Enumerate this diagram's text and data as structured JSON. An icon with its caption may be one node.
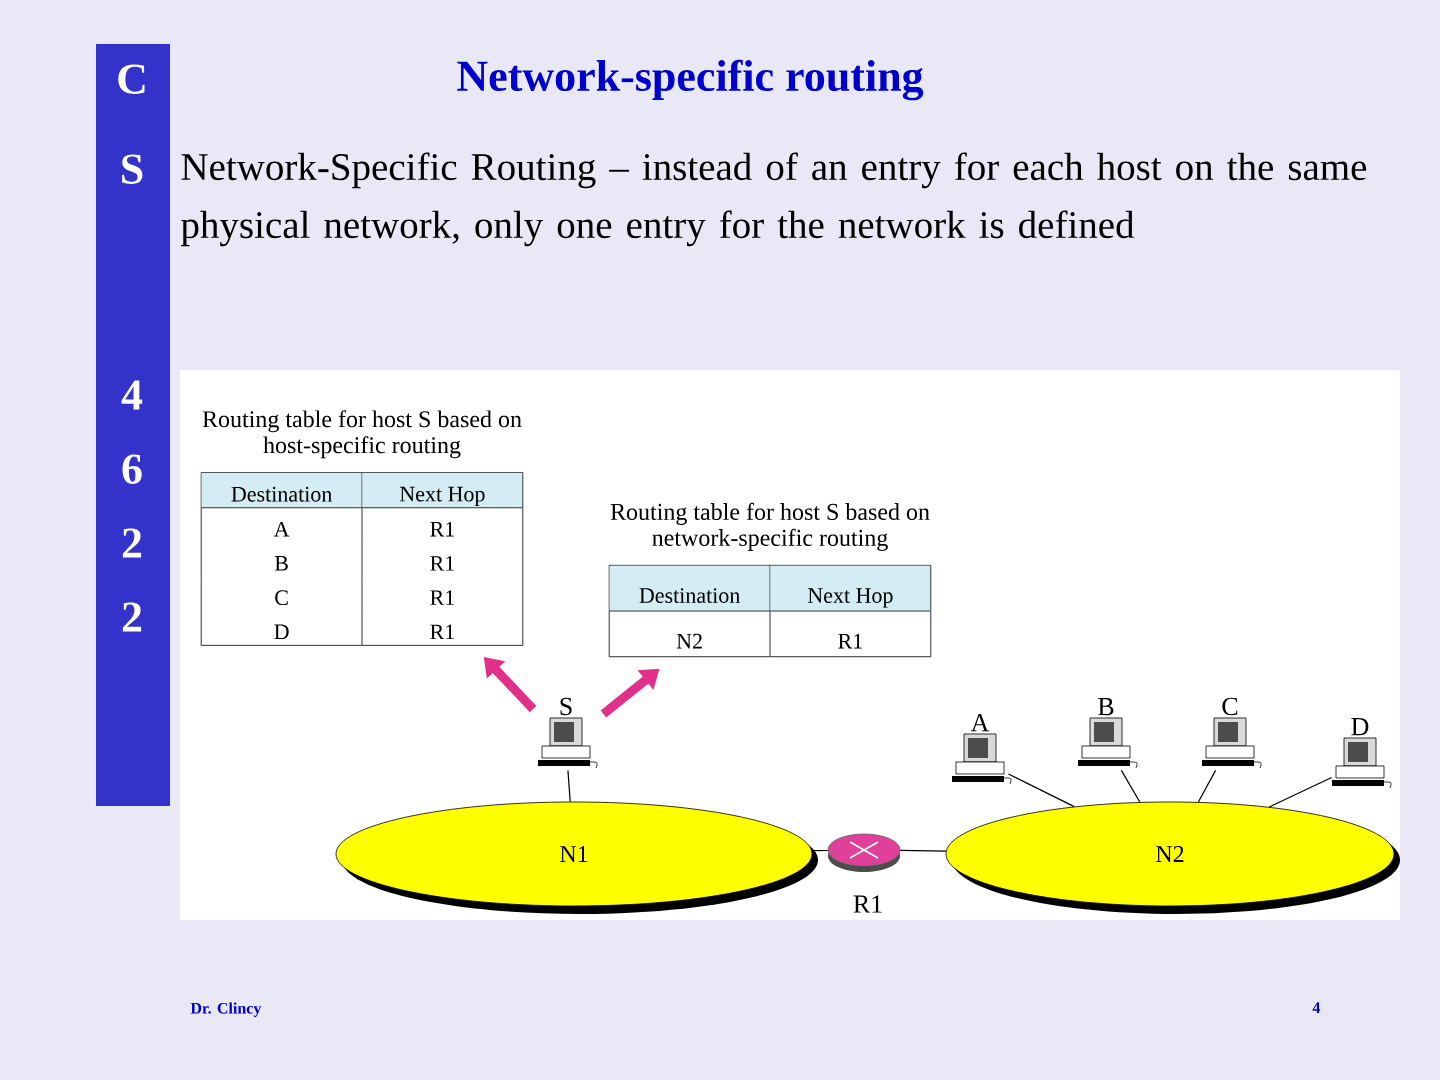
{
  "diagram": {
    "title": "Network-specific routing",
    "nodes": [
      {
        "text": [
          "C",
          "S",
          "4",
          "6",
          "2",
          "2"
        ]
      },
      {
        "text": [
          "Routing table for host S based on host-specific routing",
          "Destination",
          "Next Hop",
          "A",
          "R1",
          "B",
          "R1",
          "C",
          "R1",
          "D",
          "R1"
        ]
      },
      {
        "text": [
          "Routing table for host S based on network-specific routing",
          "Destination",
          "Next Hop",
          "N2",
          "R1"
        ]
      },
      {
        "text": [
          "S"
        ]
      },
      {
        "text": [
          "A"
        ]
      },
      {
        "text": [
          "B"
        ]
      },
      {
        "text": [
          "C"
        ]
      },
      {
        "text": [
          "D"
        ]
      },
      {
        "text": [
          "N1"
        ]
      },
      {
        "text": [],
        "shape": "cylinder",
        "beside": [
          "R1"
        ]
      },
      {
        "text": [
          "N2"
        ]
      }
    ],
    "edges": [
      {
        "from": 3,
        "to": 1,
        "arrow": "to",
        "style": "thick",
        "color": "#e0308a"
      },
      {
        "from": 3,
        "to": 2,
        "arrow": "to",
        "style": "thick",
        "color": "#e0308a"
      },
      {
        "from": 3,
        "to": 8,
        "arrow": "none"
      },
      {
        "from": 4,
        "to": 10,
        "arrow": "none"
      },
      {
        "from": 5,
        "to": 10,
        "arrow": "none"
      },
      {
        "from": 6,
        "to": 10,
        "arrow": "none"
      },
      {
        "from": 7,
        "to": 10,
        "arrow": "none"
      },
      {
        "from": 8,
        "to": 9,
        "arrow": "none"
      },
      {
        "from": 9,
        "to": 10,
        "arrow": "none"
      }
    ],
    "labels": [
      "Network-Specific Routing – instead of an entry for each host on the same physical network, only one entry for the network is defined",
      "Dr. Clincy",
      "4"
    ]
  }
}
